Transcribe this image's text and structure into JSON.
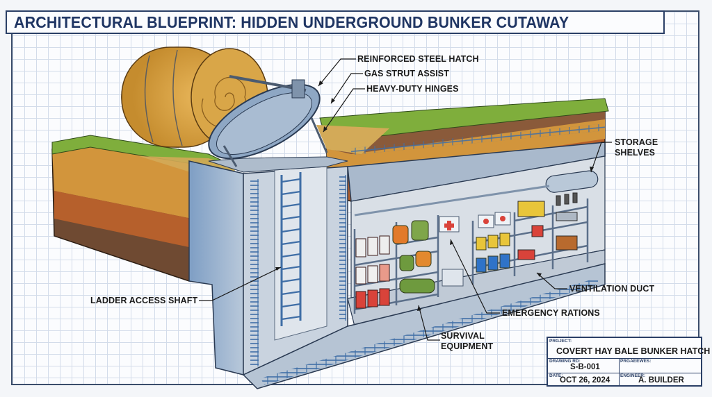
{
  "title": "ARCHITECTURAL BLUEPRINT: HIDDEN UNDERGROUND BUNKER CUTAWAY",
  "callouts": {
    "hatch": "REINFORCED STEEL HATCH",
    "strut": "GAS STRUT ASSIST",
    "hinges": "HEAVY-DUTY HINGES",
    "storage_line1": "STORAGE",
    "storage_line2": "SHELVES",
    "ladder": "LADDER ACCESS SHAFT",
    "ventilation": "VENTILATION DUCT",
    "rations": "EMERGENCY RATIONS",
    "survival_line1": "SURVIVAL",
    "survival_line2": "EQUIPMENT"
  },
  "title_block": {
    "project_label": "PRGJECT:",
    "project_value": "COVERT HAY BALE BUNKER HATCH",
    "drawing_label": "DRAWING RD:",
    "drawing_value": "S-B-001",
    "progress_label": "PRGAEEWES:",
    "progress_value": "",
    "date_label": "DATE:",
    "date_value": "OCT 26, 2024",
    "engineer_label": "ENGINEER:",
    "engineer_value": "A. BUILDER"
  },
  "colors": {
    "ink_blue": "#1f3563",
    "grid": "#d3dcea",
    "concrete": "#c9d3df",
    "rebar": "#3f6ea6",
    "grass": "#7fae3c",
    "hay": "#d9a648",
    "soil_top": "#c88a3a",
    "soil_mid": "#b8652e",
    "soil_low": "#8a5a3a"
  }
}
